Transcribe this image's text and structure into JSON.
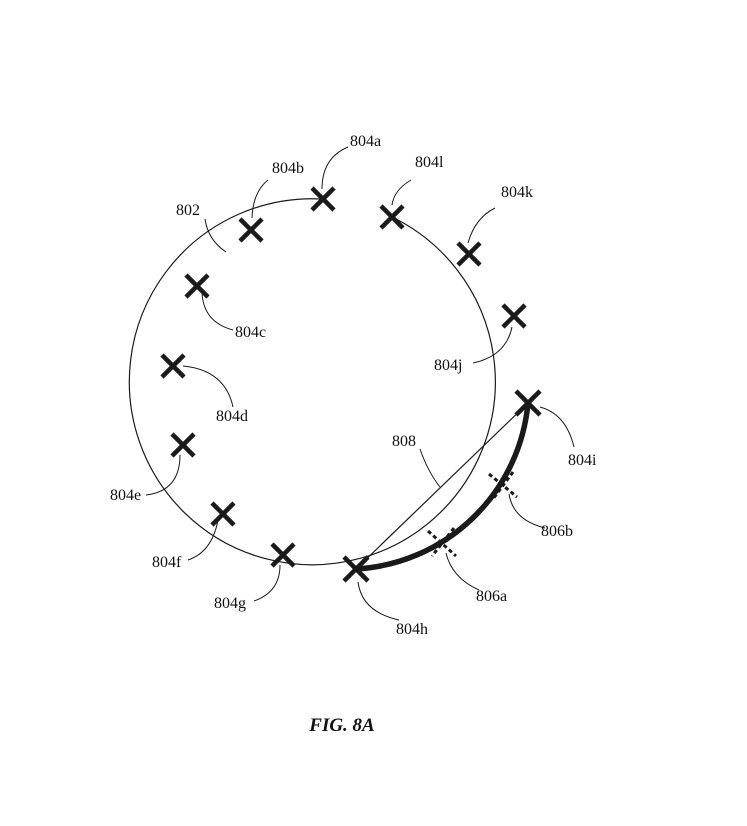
{
  "figure": {
    "caption": "FIG. 8A",
    "labels": {
      "ring": "802",
      "chord": "808",
      "m_a": "804a",
      "m_b": "804b",
      "m_c": "804c",
      "m_d": "804d",
      "m_e": "804e",
      "m_f": "804f",
      "m_g": "804g",
      "m_h": "804h",
      "m_i": "804i",
      "m_j": "804j",
      "m_k": "804k",
      "m_l": "804l",
      "t_a": "806a",
      "t_b": "806b"
    }
  }
}
